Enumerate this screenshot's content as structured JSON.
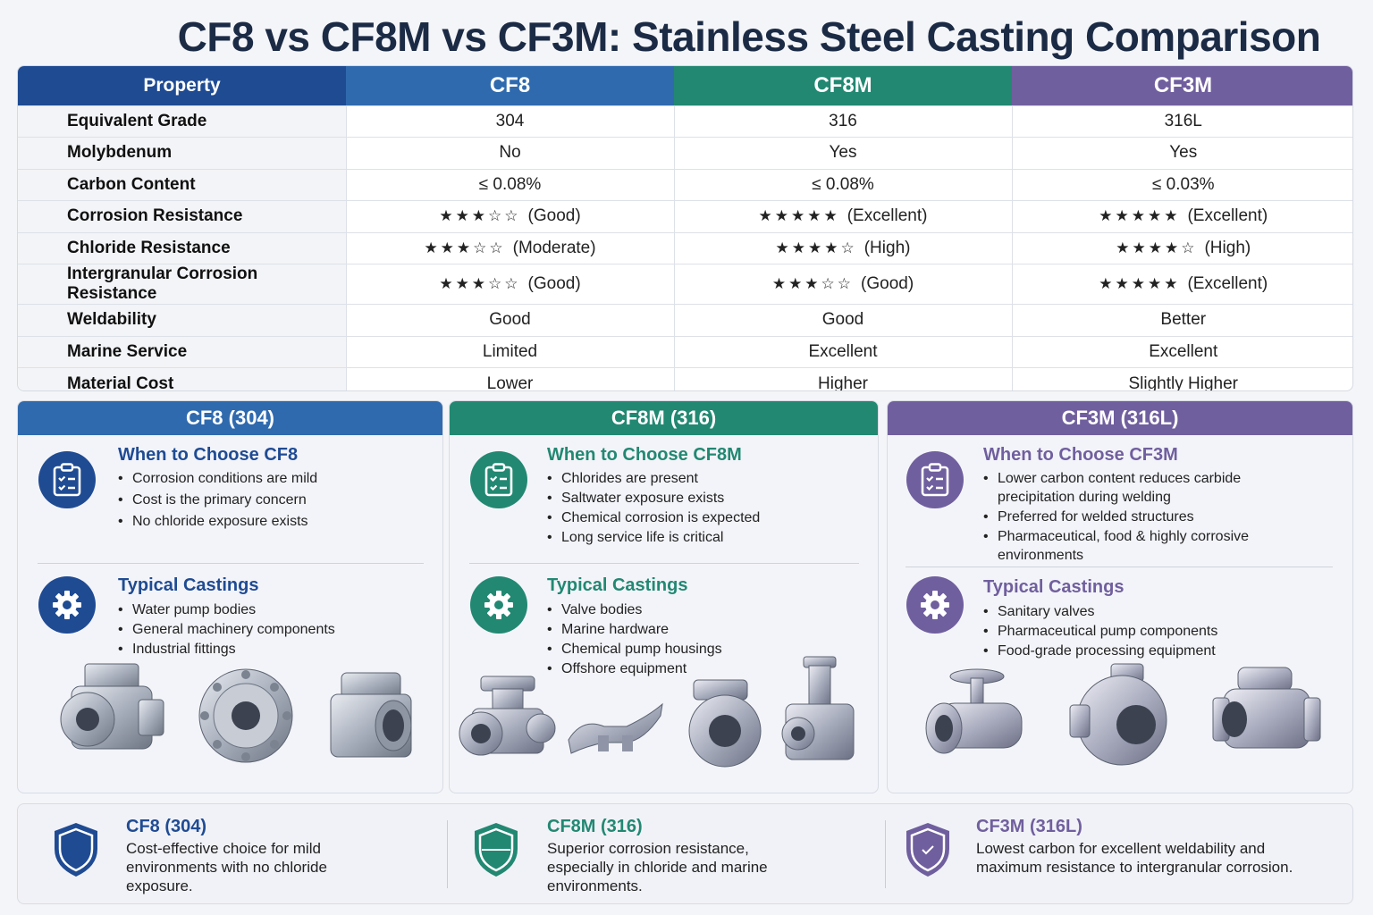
{
  "title": "CF8 vs CF8M vs CF3M: Stainless Steel Casting Comparison",
  "colors": {
    "cf8": "#2f6aae",
    "cf8m": "#228872",
    "cf3m": "#705f9e",
    "property": "#1f4b93"
  },
  "table": {
    "headers": [
      "Property",
      "CF8",
      "CF8M",
      "CF3M"
    ],
    "rows": [
      {
        "label": "Equivalent Grade",
        "cf8": "304",
        "cf8m": "316",
        "cf3m": "316L"
      },
      {
        "label": "Molybdenum",
        "cf8": "No",
        "cf8m": "Yes",
        "cf3m": "Yes"
      },
      {
        "label": "Carbon Content",
        "cf8": "≤ 0.08%",
        "cf8m": "≤ 0.08%",
        "cf3m": "≤ 0.03%"
      },
      {
        "label": "Corrosion Resistance",
        "cf8_stars": "★★★☆☆",
        "cf8": "(Good)",
        "cf8m_stars": "★★★★★",
        "cf8m": "(Excellent)",
        "cf3m_stars": "★★★★★",
        "cf3m": "(Excellent)"
      },
      {
        "label": "Chloride Resistance",
        "cf8_stars": "★★★☆☆",
        "cf8": "(Moderate)",
        "cf8m_stars": "★★★★☆",
        "cf8m": "(High)",
        "cf3m_stars": "★★★★☆",
        "cf3m": "(High)"
      },
      {
        "label": "Intergranular Corrosion Resistance",
        "cf8_stars": "★★★☆☆",
        "cf8": "(Good)",
        "cf8m_stars": "★★★☆☆",
        "cf8m": "(Good)",
        "cf3m_stars": "★★★★★",
        "cf3m": "(Excellent)"
      },
      {
        "label": "Weldability",
        "cf8": "Good",
        "cf8m": "Good",
        "cf3m": "Better"
      },
      {
        "label": "Marine Service",
        "cf8": "Limited",
        "cf8m": "Excellent",
        "cf3m": "Excellent"
      },
      {
        "label": "Material Cost",
        "cf8": "Lower",
        "cf8m": "Higher",
        "cf3m": "Slightly Higher"
      }
    ]
  },
  "cards": {
    "cf8": {
      "header": "CF8 (304)",
      "when_title": "When to Choose CF8",
      "when_items": [
        "Corrosion conditions are mild",
        "Cost is the primary concern",
        "No chloride exposure exists"
      ],
      "typical_title": "Typical Castings",
      "typical_items": [
        "Water pump bodies",
        "General machinery components",
        "Industrial fittings"
      ],
      "icon_when": "clipboard-check-icon",
      "icon_typical": "gear-icon"
    },
    "cf8m": {
      "header": "CF8M (316)",
      "when_title": "When to Choose CF8M",
      "when_items": [
        "Chlorides are present",
        "Saltwater exposure exists",
        "Chemical corrosion is expected",
        "Long service life is critical"
      ],
      "typical_title": "Typical Castings",
      "typical_items": [
        "Valve bodies",
        "Marine hardware",
        "Chemical pump housings",
        "Offshore equipment"
      ],
      "icon_when": "clipboard-check-icon",
      "icon_typical": "gear-icon"
    },
    "cf3m": {
      "header": "CF3M (316L)",
      "when_title": "When to Choose CF3M",
      "when_items": [
        "Lower carbon content reduces carbide precipitation during welding",
        "Preferred for welded structures",
        "Pharmaceutical, food & highly corrosive environments"
      ],
      "typical_title": "Typical Castings",
      "typical_items": [
        "Sanitary valves",
        "Pharmaceutical pump components",
        "Food-grade processing equipment"
      ],
      "icon_when": "clipboard-check-icon",
      "icon_typical": "gear-icon"
    }
  },
  "summary": {
    "cf8": {
      "title": "CF8 (304)",
      "text": "Cost-effective choice for mild environments with no chloride exposure.",
      "icon": "shield-icon"
    },
    "cf8m": {
      "title": "CF8M (316)",
      "text": "Superior corrosion resistance, especially in chloride and marine environments.",
      "icon": "shield-icon"
    },
    "cf3m": {
      "title": "CF3M (316L)",
      "text": "Lowest carbon for excellent weldability and maximum resistance to intergranular corrosion.",
      "icon": "shield-icon"
    }
  }
}
